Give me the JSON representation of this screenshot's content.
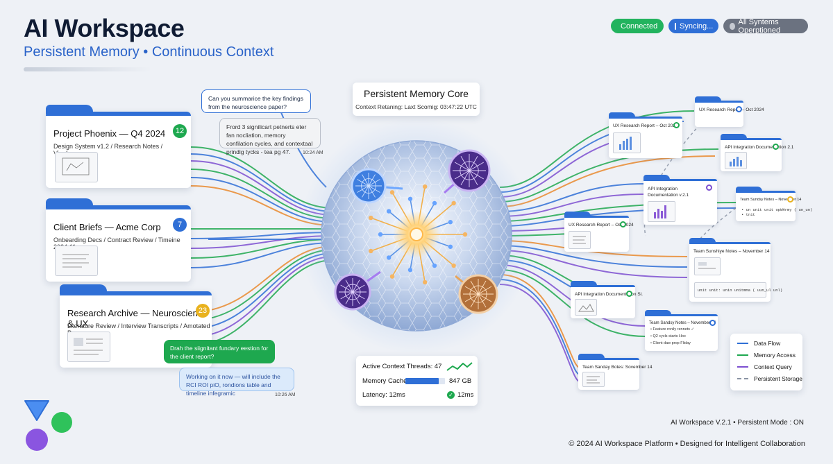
{
  "header": {
    "title": "AI Workspace",
    "subtitle": "Persistent Memory • Continuous Context"
  },
  "status_pills": [
    {
      "label": "Connected",
      "color": "#22b35e"
    },
    {
      "label": "Syncing...",
      "color": "#2f6fd6"
    },
    {
      "label": "All Syntems Operptioned",
      "color": "#6b7280"
    }
  ],
  "folders": [
    {
      "title": "Project Phoenix — Q4 2024",
      "subtitle": "Design System v1.2 / Research Notes / Vineframes",
      "badge": "12",
      "badge_color": "#1ea84f"
    },
    {
      "title": "Client Briefs — Acme Corp",
      "subtitle": "Onbearding Decs / Contract Review / Timeine 2024-11",
      "badge": "7",
      "badge_color": "#2f6fd6"
    },
    {
      "title": "Research Archive — Neuroscience & UX",
      "subtitle": "Literature Review / Interview Transcripts / Amotated Papers",
      "badge": "23",
      "badge_color": "#e9b21e"
    }
  ],
  "chat": {
    "user_message": "Can you summarice the key findings from the neuroscience paper?",
    "ai_reply": "Frord 3 signilicart petnerts eter fan nocliation, memory confilation cycles, and contextaal prindig tycks - tea pg 47.",
    "time1": "10:24 AM",
    "user_message2": "Drah the siignitant fundary eestion for the client report?",
    "ai_reply2": "Working on it now — will include the RCI ROI piO, rondions table and timeline infegramic",
    "time2": "10:26 AM"
  },
  "core": {
    "title": "Persistent Memory Core",
    "subtitle": "Context Retaning: Laxt Scomig: 03:47:22 UTC"
  },
  "metrics": {
    "threads_label": "Active Context Threads: 47",
    "cache_label": "Memory Cache:",
    "cache_value": "847 GB",
    "cache_fill": 0.85,
    "latency_label": "Latency: 12ms",
    "latency_value": "12ms"
  },
  "doc_cards": [
    {
      "title": "UX Research Report – Oct 2024",
      "dot_color": "#2f6fd6"
    },
    {
      "title": "UX Research Report – Oct 2024",
      "dot_color": "#1ea84f"
    },
    {
      "title": "API Integration Documentation 2.1",
      "dot_color": "#1ea84f"
    },
    {
      "title": "API Integration Documentation v.2.1",
      "dot_color": "#7c4fd0"
    },
    {
      "title": "Team Sundsy Notes – November 14",
      "dot_color": "#e9b21e",
      "code": "• un unit unit opWHrmy ( un_un)",
      "code2": "• tnit"
    },
    {
      "title": "UX Research Report – Oct 2024",
      "dot_color": "#1ea84f"
    },
    {
      "title": "Team Sunshiye Notes – November 14",
      "code": "unit unit: unin unitmma ( uun_ul unl)"
    },
    {
      "title": "API Integration Documentation Sl.",
      "dot_color": "#1ea84f"
    },
    {
      "title": "Team Sandsy Notes – November 14",
      "dot_color": "#2f6fd6",
      "bullets": [
        "Feature ronily rennets ✓",
        "Q2 cycls starts Hox",
        "Client daw prop Fliday"
      ]
    },
    {
      "title": "Team Sanday Botes: Sovember 14"
    }
  ],
  "legend": [
    {
      "label": "Data Flow",
      "color": "#2f6fd6",
      "style": "solid"
    },
    {
      "label": "Memory Access",
      "color": "#1ea84f",
      "style": "solid"
    },
    {
      "label": "Context Query",
      "color": "#7c4fd0",
      "style": "solid"
    },
    {
      "label": "Persistent Storage",
      "color": "#8a93a3",
      "style": "dashed"
    }
  ],
  "footer": {
    "version": "AI Workspace V.2.1 • Persistent Mode : ON",
    "copyright": "© 2024 AI Workspace Platform • Designed for Intelligent Collaboration"
  },
  "colors": {
    "blue": "#2f6fd6",
    "green": "#1ea84f",
    "purple": "#7c4fd0",
    "orange": "#e98a2e",
    "gray": "#8a93a3"
  }
}
